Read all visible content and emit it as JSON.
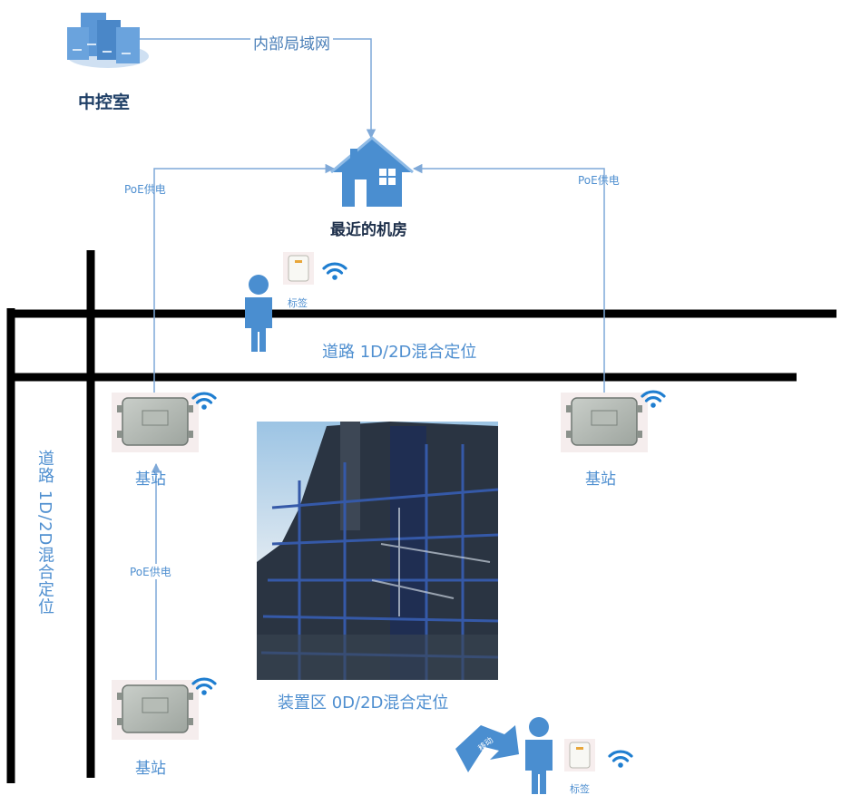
{
  "central_control": {
    "label": "中控室",
    "icon": "server-stack-icon"
  },
  "lan": {
    "label": "内部局域网"
  },
  "machine_room": {
    "label": "最近的机房",
    "icon": "house-icon"
  },
  "poe": {
    "left": "PoE供电",
    "right": "PoE供电",
    "vertical": "PoE供电"
  },
  "road_horizontal": {
    "label": "道路 1D/2D混合定位"
  },
  "road_vertical": {
    "label": "道路 1D/2D混合定位"
  },
  "base_stations": [
    {
      "label": "基站"
    },
    {
      "label": "基站"
    },
    {
      "label": "基站"
    }
  ],
  "device_area": {
    "label": "装置区 0D/2D混合定位",
    "photo": "industrial-plant-photo"
  },
  "tags": [
    {
      "label": "标签"
    },
    {
      "label": "标签"
    }
  ],
  "direction_arrow": {
    "label": "移动"
  },
  "colors": {
    "line": "#7fa9d8",
    "icon": "#4a8ed0",
    "road": "#000000",
    "text": "#4f8fd0"
  }
}
